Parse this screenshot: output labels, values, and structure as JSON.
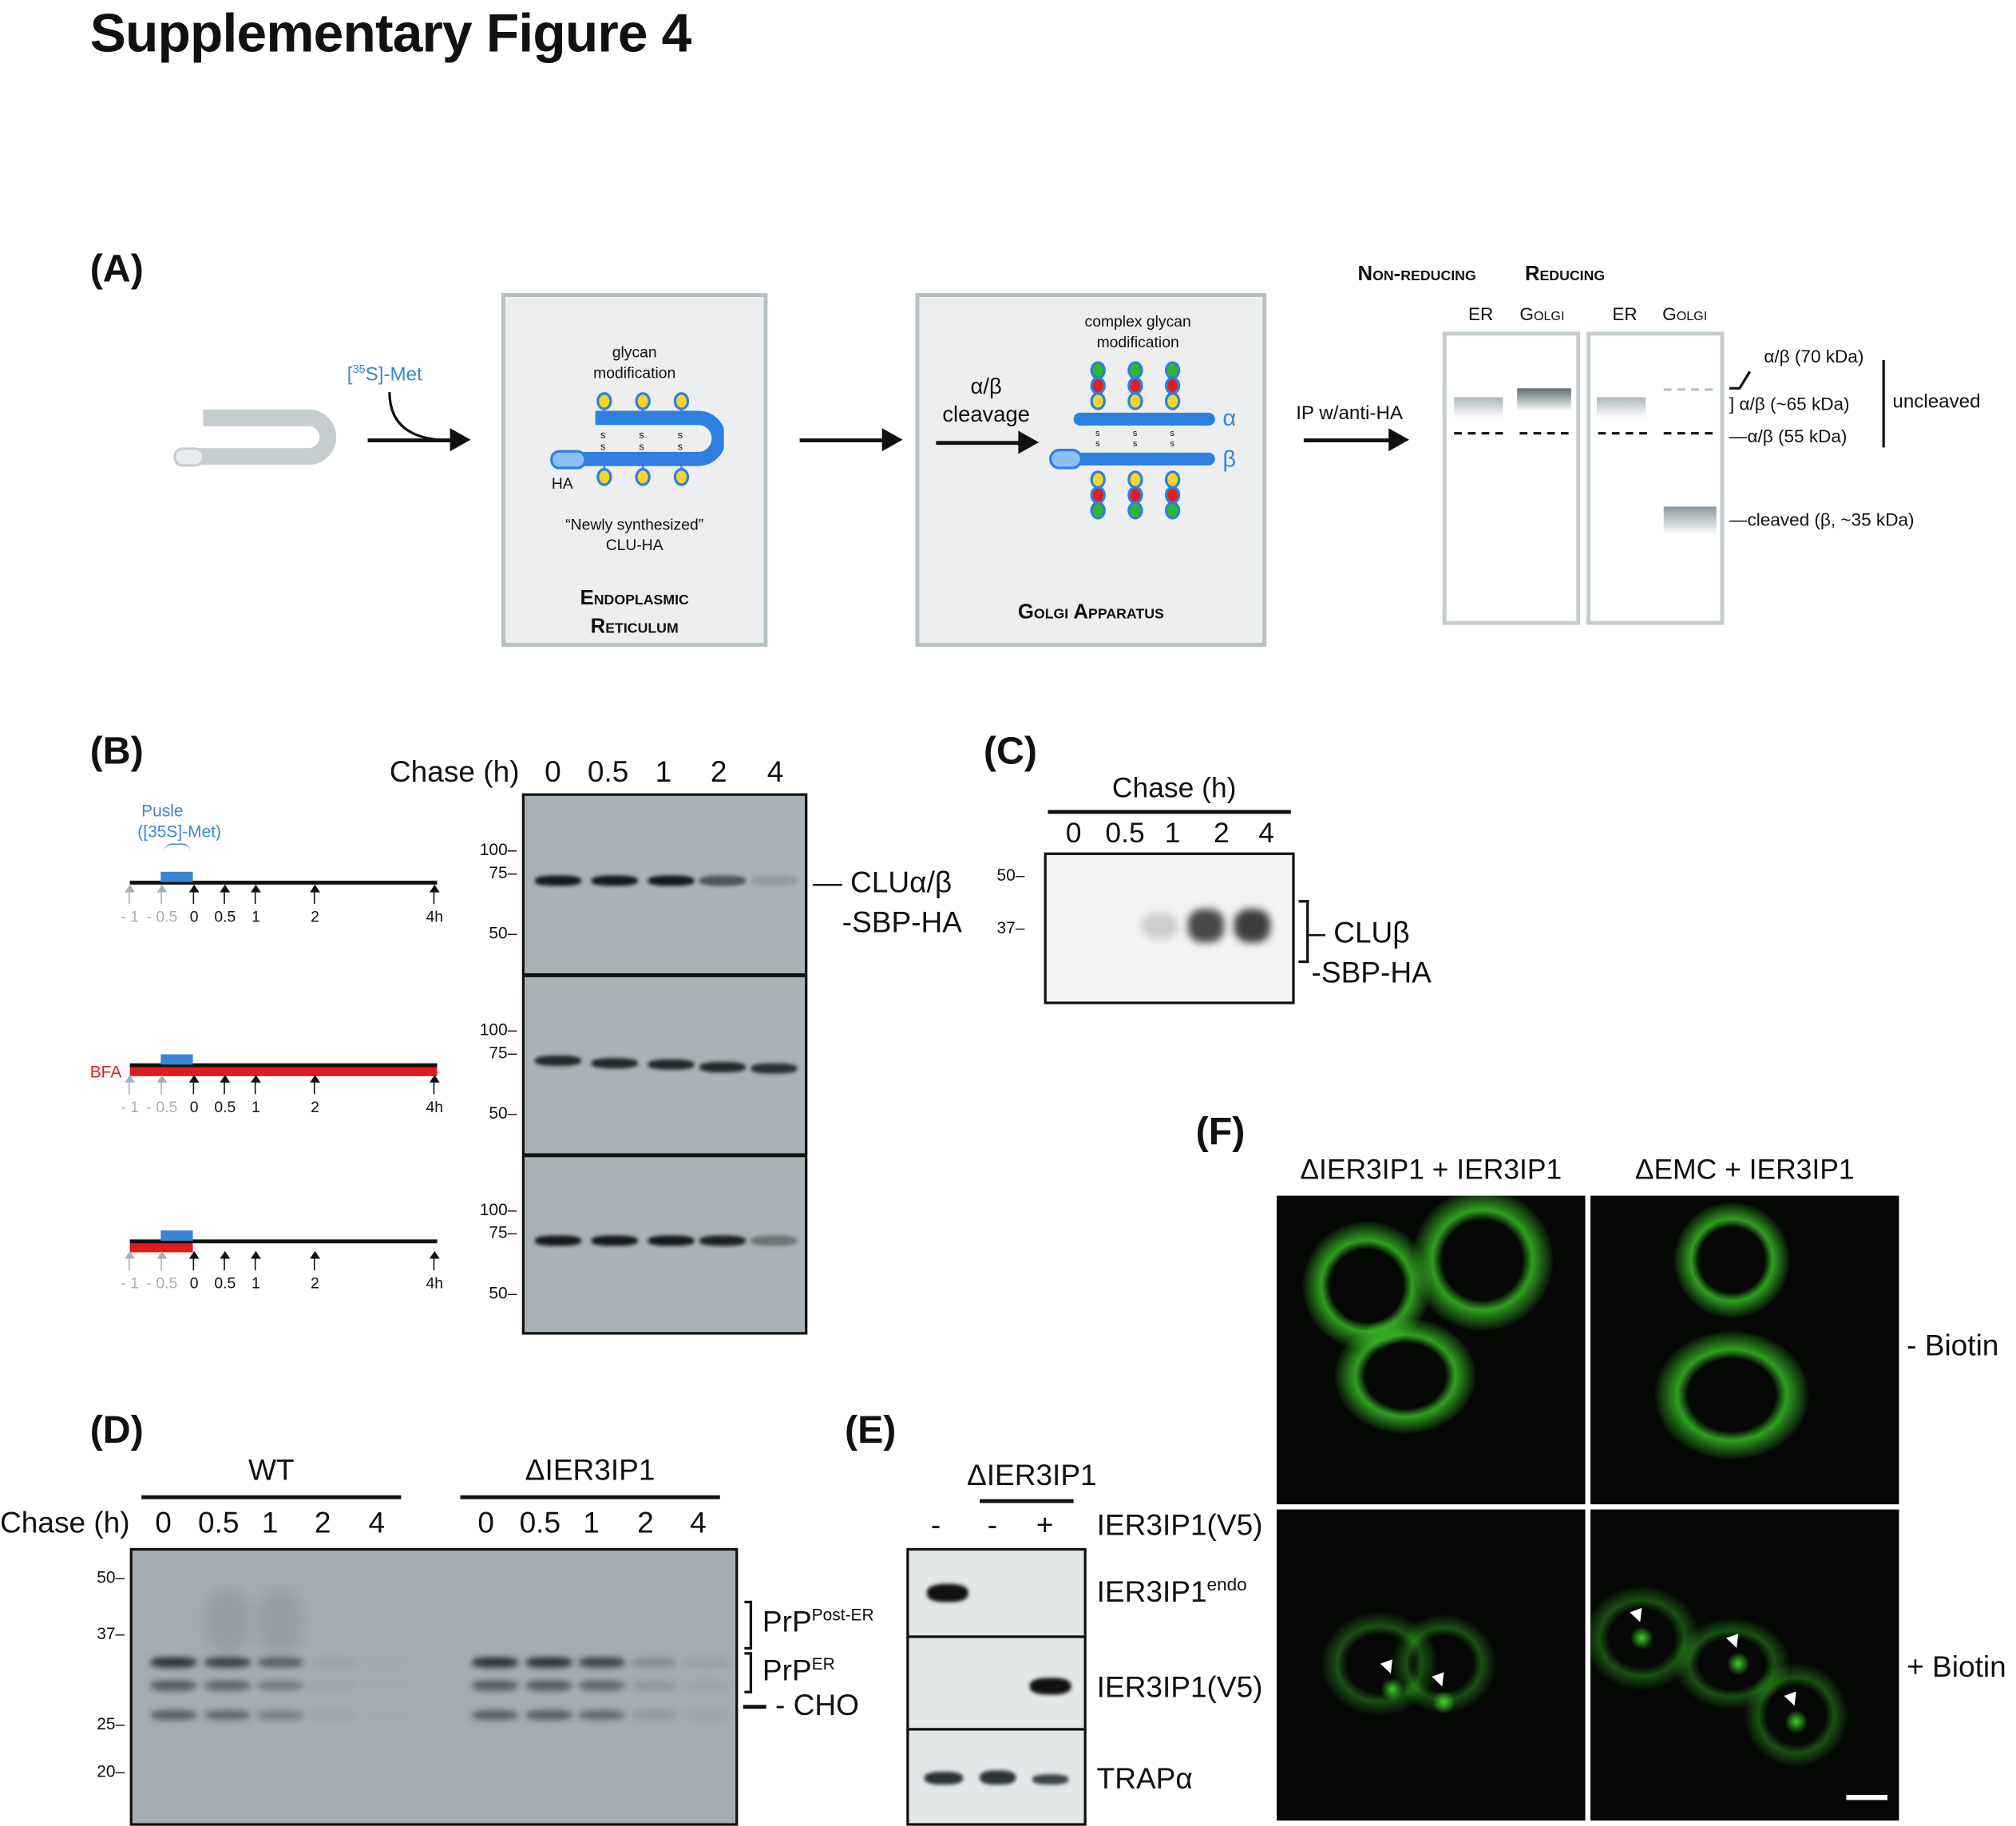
{
  "title": "Supplementary Figure 4",
  "panel_a": {
    "label": "(A)",
    "isotope_label": "[35S]-Met",
    "isotope_sup": "35",
    "isotope_main": "S]-Met",
    "er_box": {
      "glycan_label": "glycan",
      "glycan_label2": "modification",
      "ha_label": "HA",
      "caption1": "“Newly synthesized”",
      "caption2": "CLU-HA",
      "compartment1": "Endoplasmic",
      "compartment2": "Reticulum",
      "disulfide": "S"
    },
    "cleavage_label1": "α/β",
    "cleavage_label2": "cleavage",
    "golgi_box": {
      "glycan_label": "complex glycan",
      "glycan_label2": "modification",
      "alpha": "α",
      "beta": "β",
      "compartment": "Golgi Apparatus"
    },
    "ip_label": "IP w/anti-HA",
    "conditions": [
      "Non-reducing",
      "Reducing"
    ],
    "lanes": [
      "ER",
      "Golgi",
      "ER",
      "Golgi"
    ],
    "band_labels": [
      "α/β (70 kDa)",
      "α/β (~65 kDa)",
      "α/β (55 kDa)",
      "cleaved (β, ~35 kDa)"
    ],
    "group_label": "uncleaved",
    "colors": {
      "protein": "#2f7fe0",
      "glycan_yellow": "#f5d629",
      "glycan_red": "#e31d1d",
      "glycan_green": "#2eb82e",
      "box_border": "#b7c1c4"
    }
  },
  "panel_b": {
    "label": "(B)",
    "chase_label": "Chase (h)",
    "chase_times": [
      "0",
      "0.5",
      "1",
      "2",
      "4"
    ],
    "pulse_label": "Pusle",
    "pulse_sub": "([35S]-Met)",
    "bfa_label": "BFA",
    "timeline_ticks": [
      "- 1",
      "- 0.5",
      "0",
      "0.5",
      "1",
      "2",
      "4h"
    ],
    "markers": [
      "100",
      "75",
      "50"
    ],
    "protein_label1": "CLUα/β",
    "protein_label2": "-SBP-HA",
    "colors": {
      "pulse": "#3b86d4",
      "bfa": "#e01b1b"
    }
  },
  "panel_c": {
    "label": "(C)",
    "chase_label": "Chase (h)",
    "chase_times": [
      "0",
      "0.5",
      "1",
      "2",
      "4"
    ],
    "markers": [
      "50",
      "37"
    ],
    "protein_label1": "CLUβ",
    "protein_label2": "-SBP-HA"
  },
  "panel_d": {
    "label": "(D)",
    "groups": [
      "WT",
      "ΔIER3IP1"
    ],
    "chase_label": "Chase (h)",
    "chase_times": [
      "0",
      "0.5",
      "1",
      "2",
      "4"
    ],
    "markers": [
      "50",
      "37",
      "25",
      "20"
    ],
    "band_labels": {
      "post_er": "PrP",
      "post_er_sup": "Post-ER",
      "er": "PrP",
      "er_sup": "ER",
      "cho": "- CHO"
    }
  },
  "panel_e": {
    "label": "(E)",
    "group": "ΔIER3IP1",
    "treatments": [
      "-",
      "-",
      "+"
    ],
    "treatment_label": "IER3IP1(V5)",
    "blots": [
      {
        "name": "IER3IP1",
        "sup": "endo"
      },
      {
        "name": "IER3IP1(V5)",
        "sup": ""
      },
      {
        "name": "TRAPα",
        "sup": ""
      }
    ]
  },
  "panel_f": {
    "label": "(F)",
    "columns": [
      "ΔIER3IP1 + IER3IP1",
      "ΔEMC + IER3IP1"
    ],
    "rows": [
      "- Biotin",
      "+ Biotin"
    ],
    "colors": {
      "signal": "#3fd12a"
    }
  }
}
